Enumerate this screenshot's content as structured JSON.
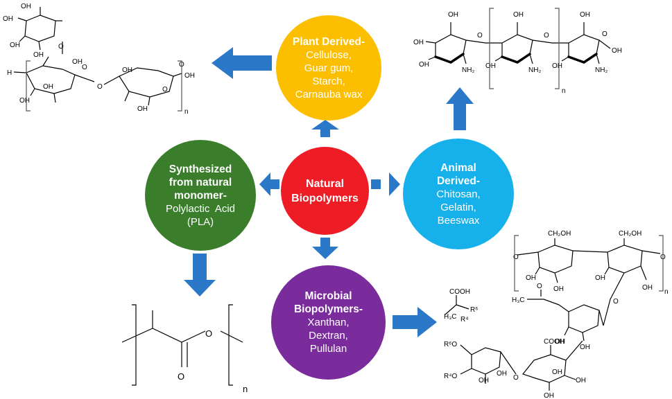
{
  "colors": {
    "arrow": "#2b78c8",
    "center": "#ee1c25",
    "plant": "#fcbf00",
    "synth": "#3a7d2a",
    "animal": "#16b1ea",
    "micro": "#7a2b9c"
  },
  "center": {
    "title_line1": "Natural",
    "title_line2": "Biopolymers"
  },
  "plant": {
    "heading": "Plant Derived-",
    "items": [
      "Cellulose,",
      "Guar gum,",
      "Starch,",
      "Carnauba wax"
    ]
  },
  "synthesized": {
    "heading_line1": "Synthesized",
    "heading_line2": "from natural",
    "heading_line3": "monomer-",
    "items": [
      "Polylactic  Acid",
      "(PLA)"
    ]
  },
  "animal": {
    "heading_line1": "Animal",
    "heading_line2": "Derived-",
    "items": [
      "Chitosan,",
      "Gelatin,",
      "Beeswax"
    ]
  },
  "microbial": {
    "heading_line1": "Microbial",
    "heading_line2": "Biopolymers-",
    "items": [
      "Xanthan,",
      "Dextran,",
      "Pullulan"
    ]
  },
  "structures": {
    "guar": {
      "oh": "OH",
      "h": "H",
      "n": "n"
    },
    "chitosan": {
      "oh": "OH",
      "nh2": "NH₂",
      "n": "n"
    },
    "pla": {
      "o": "O",
      "n": "n"
    },
    "xanthan": {
      "ch2oh": "CH₂OH",
      "oh": "OH",
      "cooh": "COOH",
      "h3c": "H₃C",
      "o": "O",
      "r4": "R⁴",
      "r6": "R⁶",
      "r6o": "R⁶O",
      "r4o": "R⁴O",
      "n": "n"
    }
  }
}
